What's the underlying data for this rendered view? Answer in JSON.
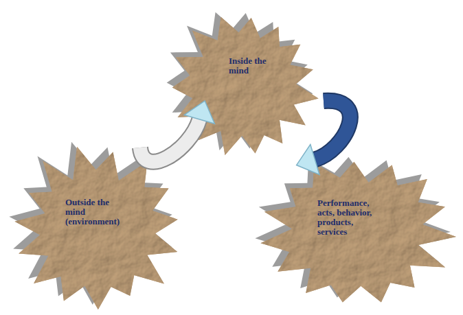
{
  "diagram": {
    "nodes": [
      {
        "text": [
          "Outside the mind (environment)"
        ]
      },
      {
        "text": [
          "Inside the mind"
        ]
      },
      {
        "text": [
          "Performance, acts, behavior, products, services"
        ]
      }
    ],
    "edges": [
      {
        "from": 0,
        "to": 1,
        "arrow": "to"
      },
      {
        "from": 1,
        "to": 2,
        "arrow": "to"
      }
    ]
  }
}
